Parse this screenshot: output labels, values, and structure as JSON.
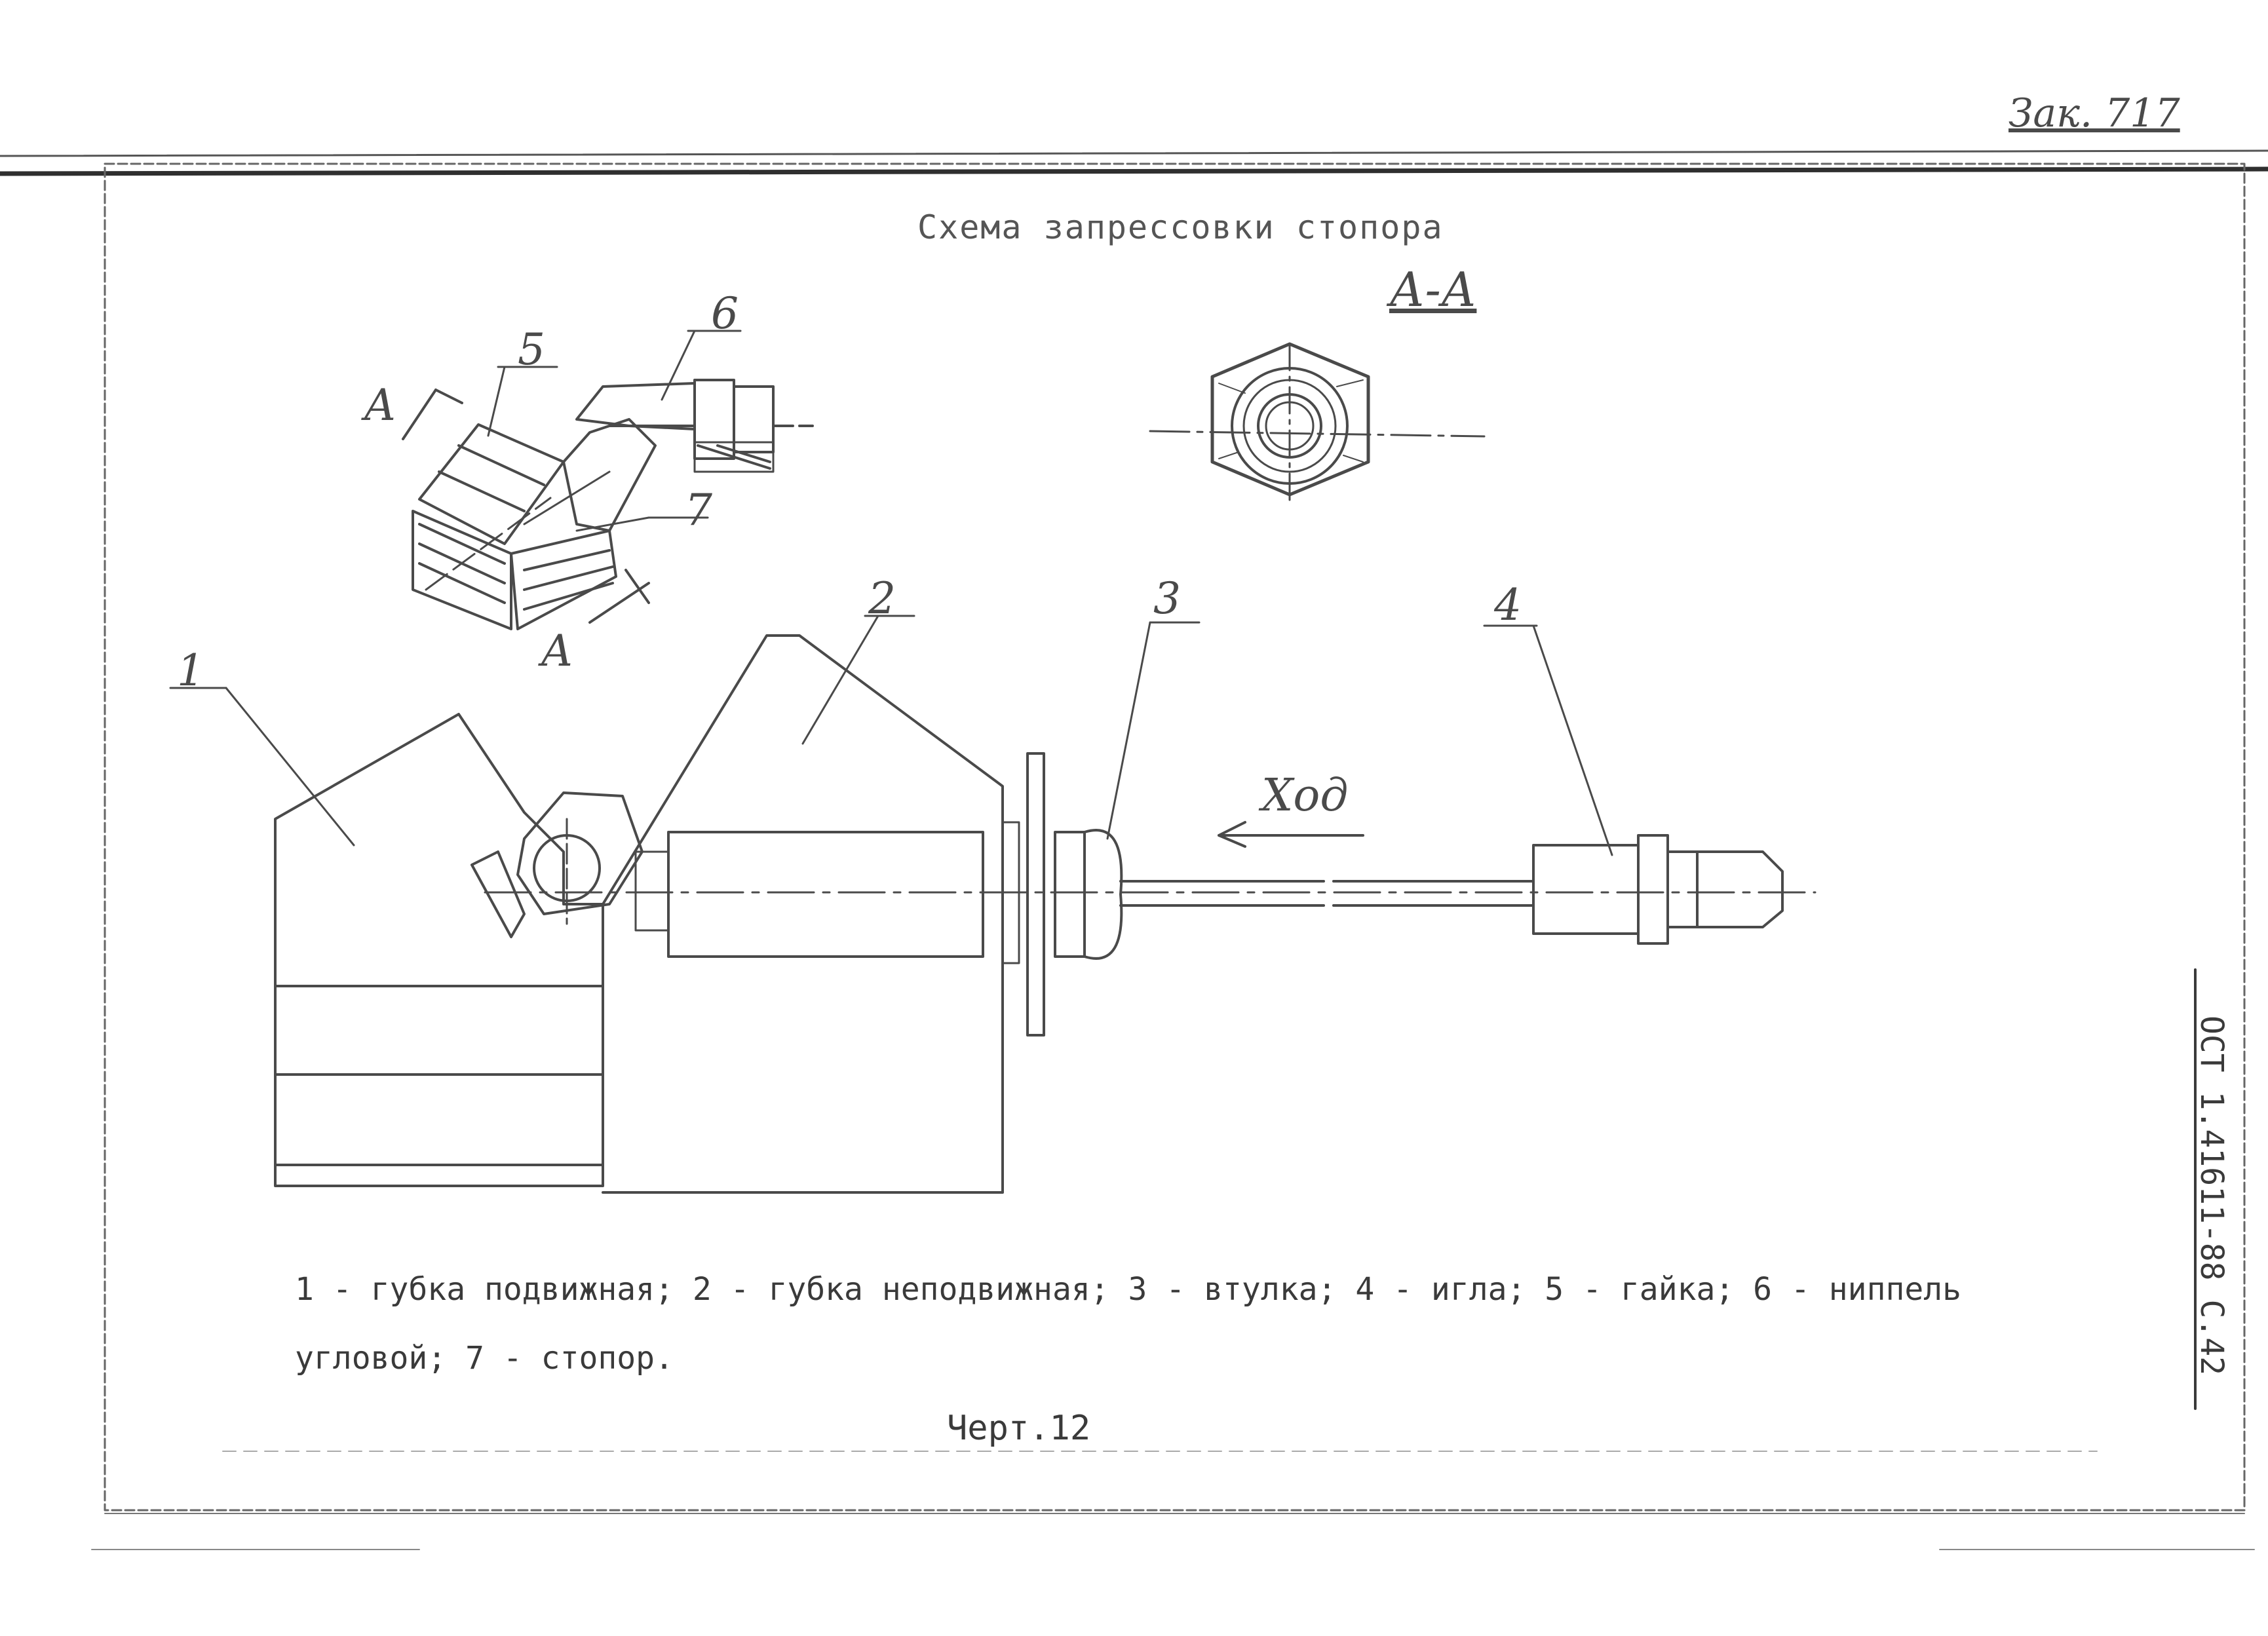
{
  "page": {
    "title": "Схема запрессовки стопора",
    "corner_note": "Зак. 717",
    "side_stamp": "ОСТ 1.41611-88   С.42",
    "figure_caption": "Черт.12"
  },
  "legend": {
    "line1": "1 - губка подвижная; 2 - губка неподвижная; 3 - втулка; 4 - игла; 5 - гайка; 6 - ниппель",
    "line2": "угловой; 7 - стопор."
  },
  "drawing": {
    "section_label": "А-А",
    "section_mark_top": "А",
    "section_mark_bottom": "А",
    "direction_label": "Ход",
    "callouts": [
      "1",
      "2",
      "3",
      "4",
      "5",
      "6",
      "7"
    ]
  }
}
